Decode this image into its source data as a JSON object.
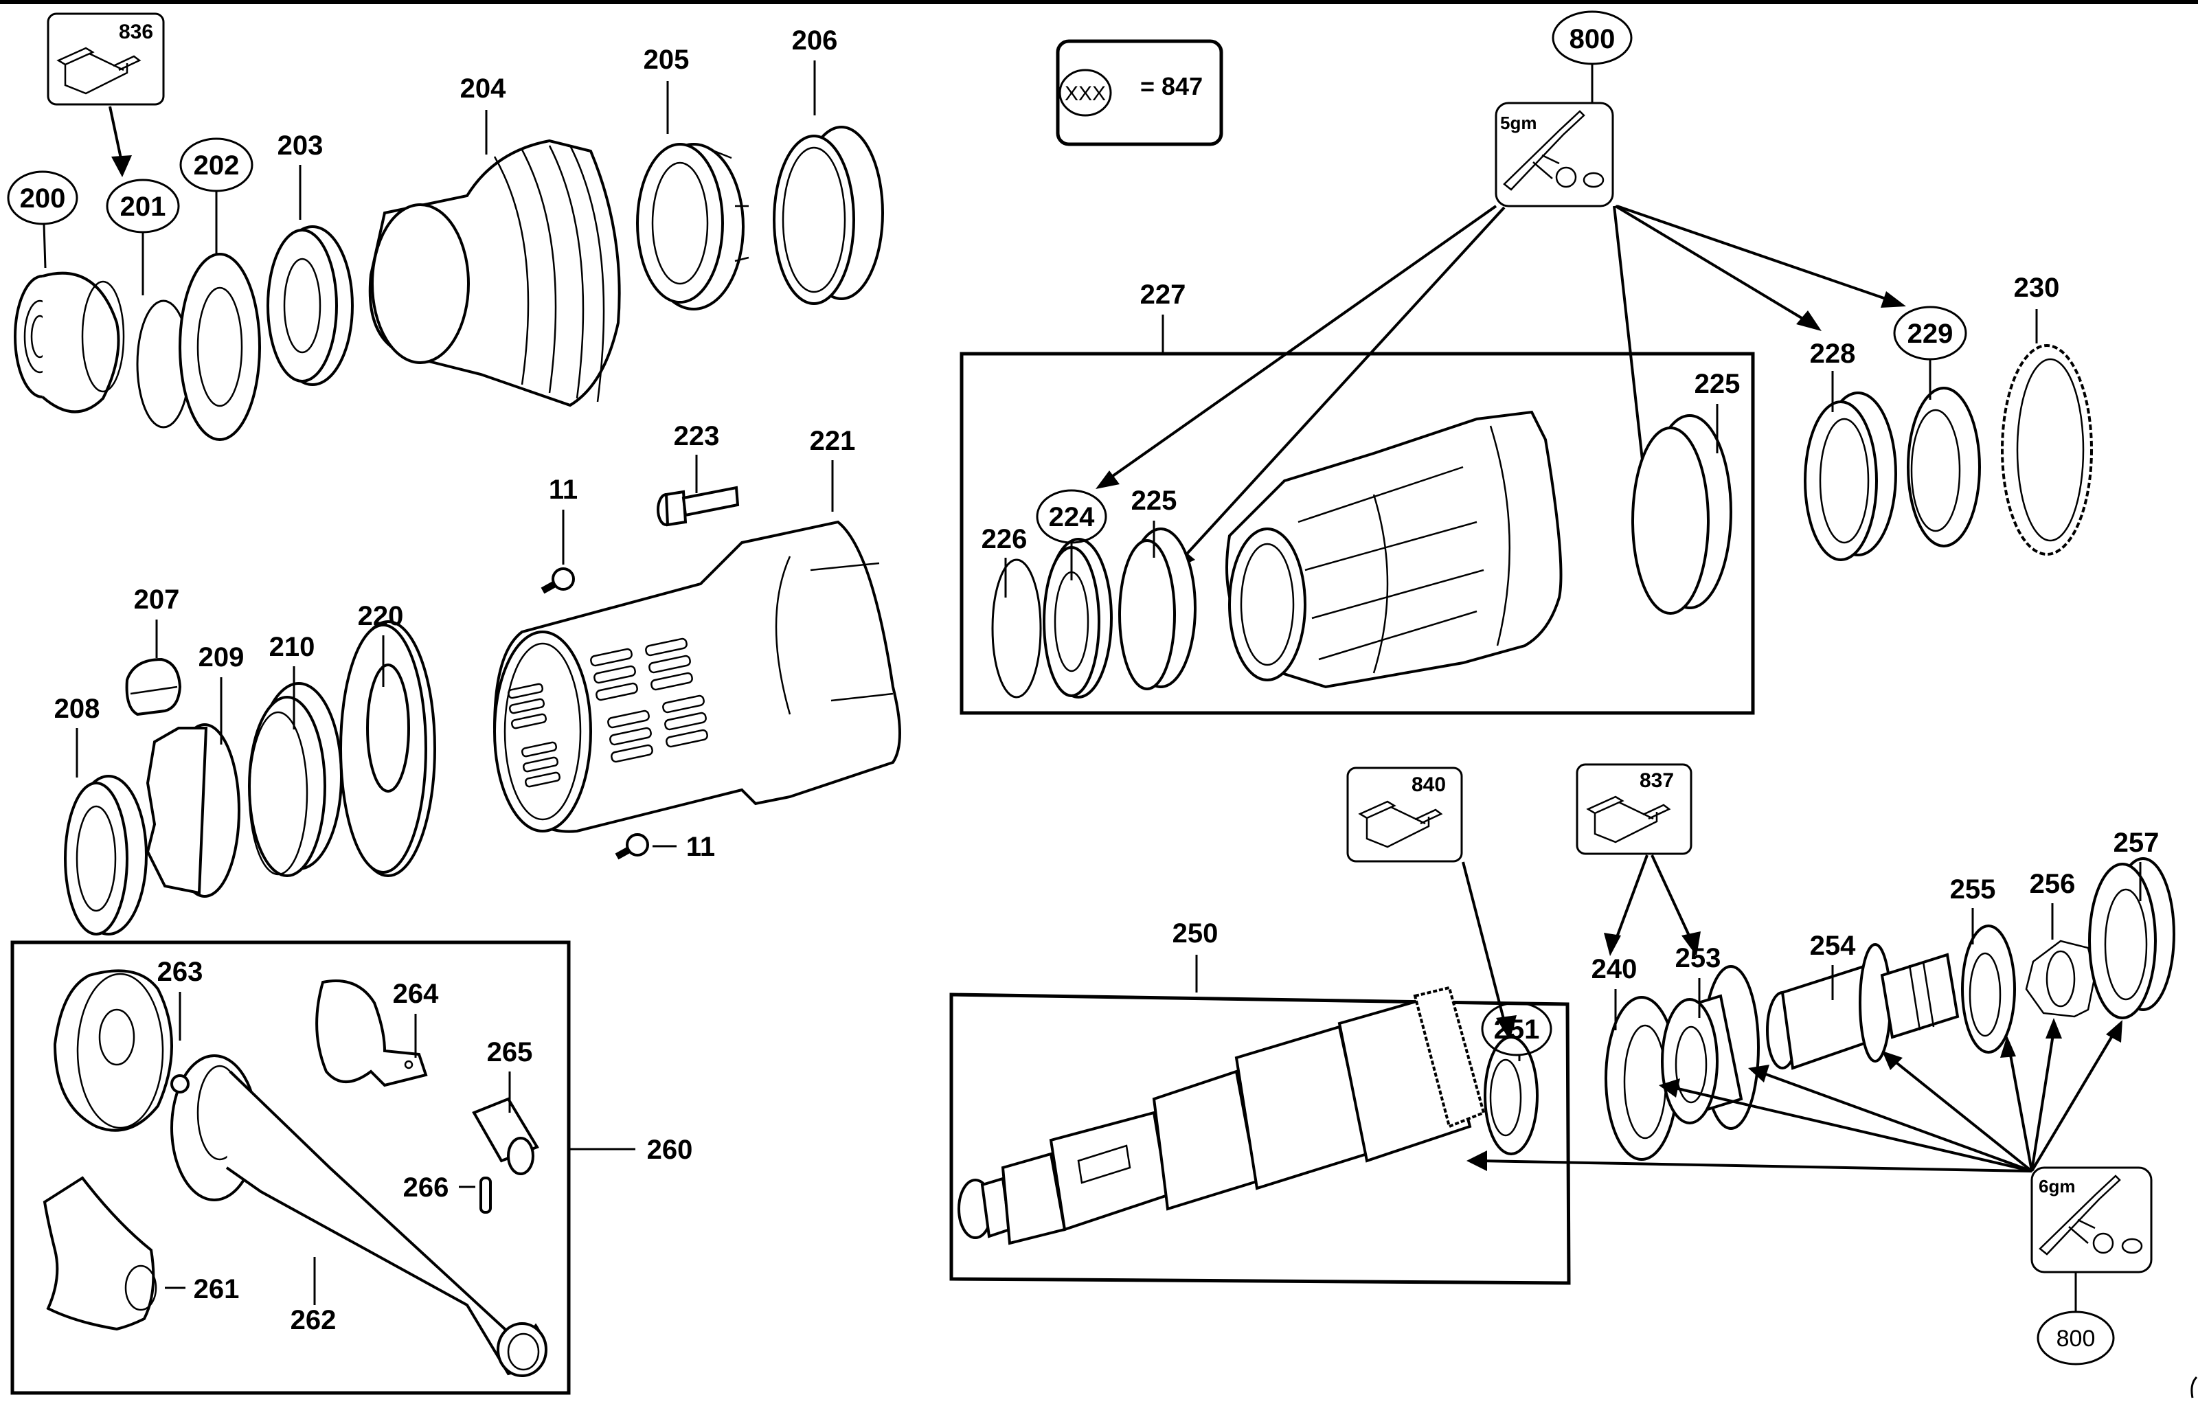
{
  "diagram": {
    "type": "exploded-parts-diagram",
    "legend": {
      "symbol": "XXX",
      "equals": "= 847"
    },
    "parts": [
      {
        "id": "200",
        "circled": true
      },
      {
        "id": "201",
        "circled": true
      },
      {
        "id": "202",
        "circled": true
      },
      {
        "id": "203",
        "circled": false
      },
      {
        "id": "204",
        "circled": false
      },
      {
        "id": "205",
        "circled": false
      },
      {
        "id": "206",
        "circled": false
      },
      {
        "id": "207",
        "circled": false
      },
      {
        "id": "208",
        "circled": false
      },
      {
        "id": "209",
        "circled": false
      },
      {
        "id": "210",
        "circled": false
      },
      {
        "id": "220",
        "circled": false
      },
      {
        "id": "221",
        "circled": false
      },
      {
        "id": "223",
        "circled": false
      },
      {
        "id": "11",
        "circled": false
      },
      {
        "id": "11b",
        "label": "11",
        "circled": false
      },
      {
        "id": "224",
        "circled": true
      },
      {
        "id": "225",
        "circled": false
      },
      {
        "id": "225b",
        "label": "225",
        "circled": false
      },
      {
        "id": "226",
        "circled": false
      },
      {
        "id": "227",
        "circled": false
      },
      {
        "id": "228",
        "circled": false
      },
      {
        "id": "229",
        "circled": true
      },
      {
        "id": "230",
        "circled": false
      },
      {
        "id": "240",
        "circled": false
      },
      {
        "id": "250",
        "circled": false
      },
      {
        "id": "251",
        "circled": true
      },
      {
        "id": "253",
        "circled": false
      },
      {
        "id": "254",
        "circled": false
      },
      {
        "id": "255",
        "circled": false
      },
      {
        "id": "256",
        "circled": false
      },
      {
        "id": "257",
        "circled": false
      },
      {
        "id": "260",
        "circled": false
      },
      {
        "id": "261",
        "circled": false
      },
      {
        "id": "262",
        "circled": false
      },
      {
        "id": "263",
        "circled": false
      },
      {
        "id": "264",
        "circled": false
      },
      {
        "id": "265",
        "circled": false
      },
      {
        "id": "266",
        "circled": false
      }
    ],
    "labels": {
      "p200": "200",
      "p201": "201",
      "p202": "202",
      "p203": "203",
      "p204": "204",
      "p205": "205",
      "p206": "206",
      "p207": "207",
      "p208": "208",
      "p209": "209",
      "p210": "210",
      "p220": "220",
      "p221": "221",
      "p223": "223",
      "p11a": "11",
      "p11b": "11",
      "p224": "224",
      "p225a": "225",
      "p225b": "225",
      "p226": "226",
      "p227": "227",
      "p228": "228",
      "p229": "229",
      "p230": "230",
      "p240": "240",
      "p250": "250",
      "p251": "251",
      "p253": "253",
      "p254": "254",
      "p255": "255",
      "p256": "256",
      "p257": "257",
      "p260": "260",
      "p261": "261",
      "p262": "262",
      "p263": "263",
      "p264": "264",
      "p265": "265",
      "p266": "266"
    },
    "kits": {
      "k836": "836",
      "k840": "840",
      "k837": "837",
      "grease_top": {
        "amount": "5gm",
        "ref": "800"
      },
      "grease_bottom": {
        "amount": "6gm",
        "ref": "800"
      }
    }
  }
}
